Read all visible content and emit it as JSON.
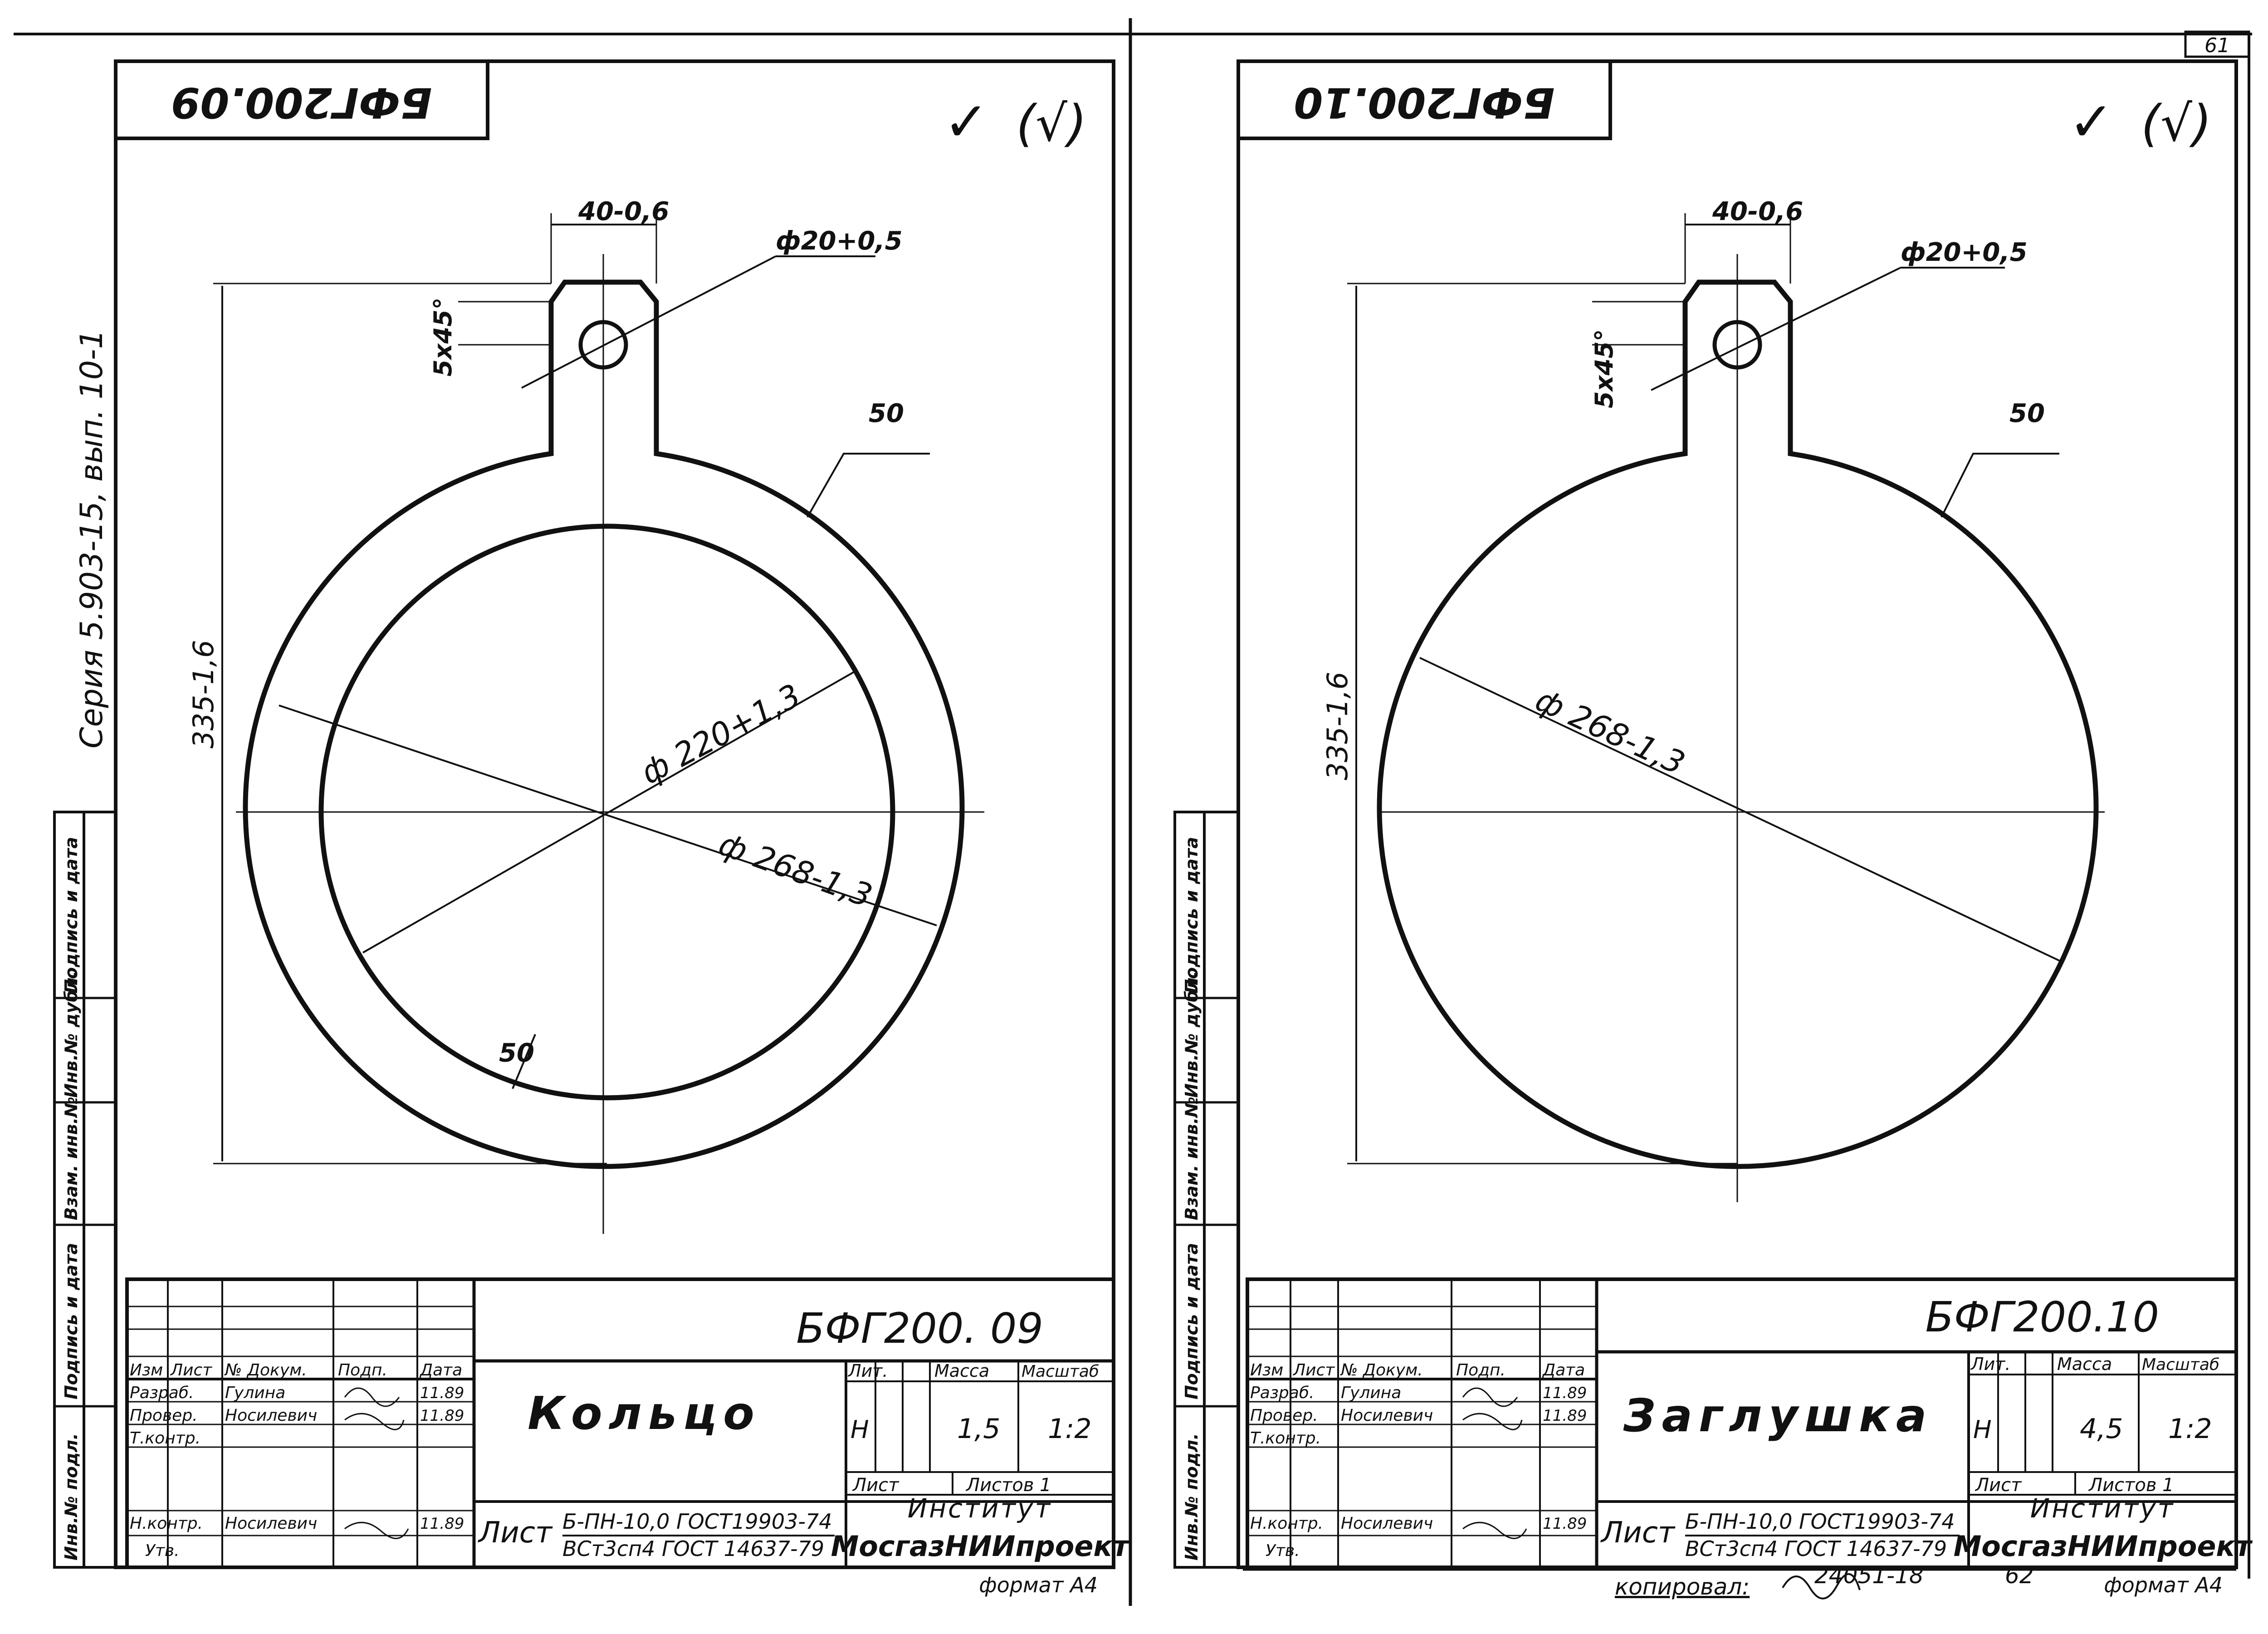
{
  "page_number": "61",
  "series_vertical": "Серия 5.903-15, вып. 10-1",
  "side_stamp": [
    "Инв.№ подл.",
    "Подпись и дата",
    "Взам. инв.№",
    "Инв.№ дубл.",
    "Подпись и дата"
  ],
  "sheets": [
    {
      "code_mirrored": "БФГ200.09",
      "code": "БФГ200. 09",
      "title": "Кольцо",
      "roughness": "(√)",
      "dims": {
        "width_top": "40-0,6",
        "hole": "ф20+0,5",
        "chamfer": "5х45°",
        "height": "335-1,6",
        "outer": "ф 268-1,3",
        "inner": "ф 220+1,3",
        "surface_outer": "50",
        "surface_inner": "50"
      },
      "table": {
        "head": [
          "Изм",
          "Лист",
          "№ Докум.",
          "Подп.",
          "Дата"
        ],
        "rows": [
          [
            "Разраб.",
            "Гулина",
            "11.89"
          ],
          [
            "Провер.",
            "Носилевич",
            "11.89"
          ],
          [
            "Т.контр.",
            "",
            ""
          ],
          [
            "Н.контр.",
            "Носилевич",
            "11.89"
          ],
          [
            "Утв.",
            "",
            ""
          ]
        ],
        "lit_label": "Лит.",
        "mass_label": "Масса",
        "scale_label": "Масштаб",
        "lit": "Н",
        "mass": "1,5",
        "scale": "1:2",
        "sheet_label": "Лист",
        "sheets_label": "Листов 1",
        "material_prefix": "Лист",
        "material_1": "Б-ПН-10,0 ГОСТ19903-74",
        "material_2": "ВСт3сп4 ГОСТ 14637-79",
        "institute_1": "Институт",
        "institute_2": "МосгазНИИпроект",
        "format": "формат А4"
      }
    },
    {
      "code_mirrored": "БФГ200.10",
      "code": "БФГ200.10",
      "title": "Заглушка",
      "roughness": "(√)",
      "dims": {
        "width_top": "40-0,6",
        "hole": "ф20+0,5",
        "chamfer": "5х45°",
        "height": "335-1,6",
        "outer": "ф 268-1,3",
        "surface_outer": "50"
      },
      "table": {
        "head": [
          "Изм",
          "Лист",
          "№ Докум.",
          "Подп.",
          "Дата"
        ],
        "rows": [
          [
            "Разраб.",
            "Гулина",
            "11.89"
          ],
          [
            "Провер.",
            "Носилевич",
            "11.89"
          ],
          [
            "Т.контр.",
            "",
            ""
          ],
          [
            "Н.контр.",
            "Носилевич",
            "11.89"
          ],
          [
            "Утв.",
            "",
            ""
          ]
        ],
        "lit_label": "Лит.",
        "mass_label": "Масса",
        "scale_label": "Масштаб",
        "lit": "Н",
        "mass": "4,5",
        "scale": "1:2",
        "sheet_label": "Лист",
        "sheets_label": "Листов 1",
        "material_prefix": "Лист",
        "material_1": "Б-ПН-10,0 ГОСТ19903-74",
        "material_2": "ВСт3сп4 ГОСТ 14637-79",
        "institute_1": "Институт",
        "institute_2": "МосгазНИИпроект",
        "format": "формат А4"
      }
    }
  ],
  "copy_note": "копировал:",
  "archive_no": "24051-18",
  "archive_page": "62"
}
